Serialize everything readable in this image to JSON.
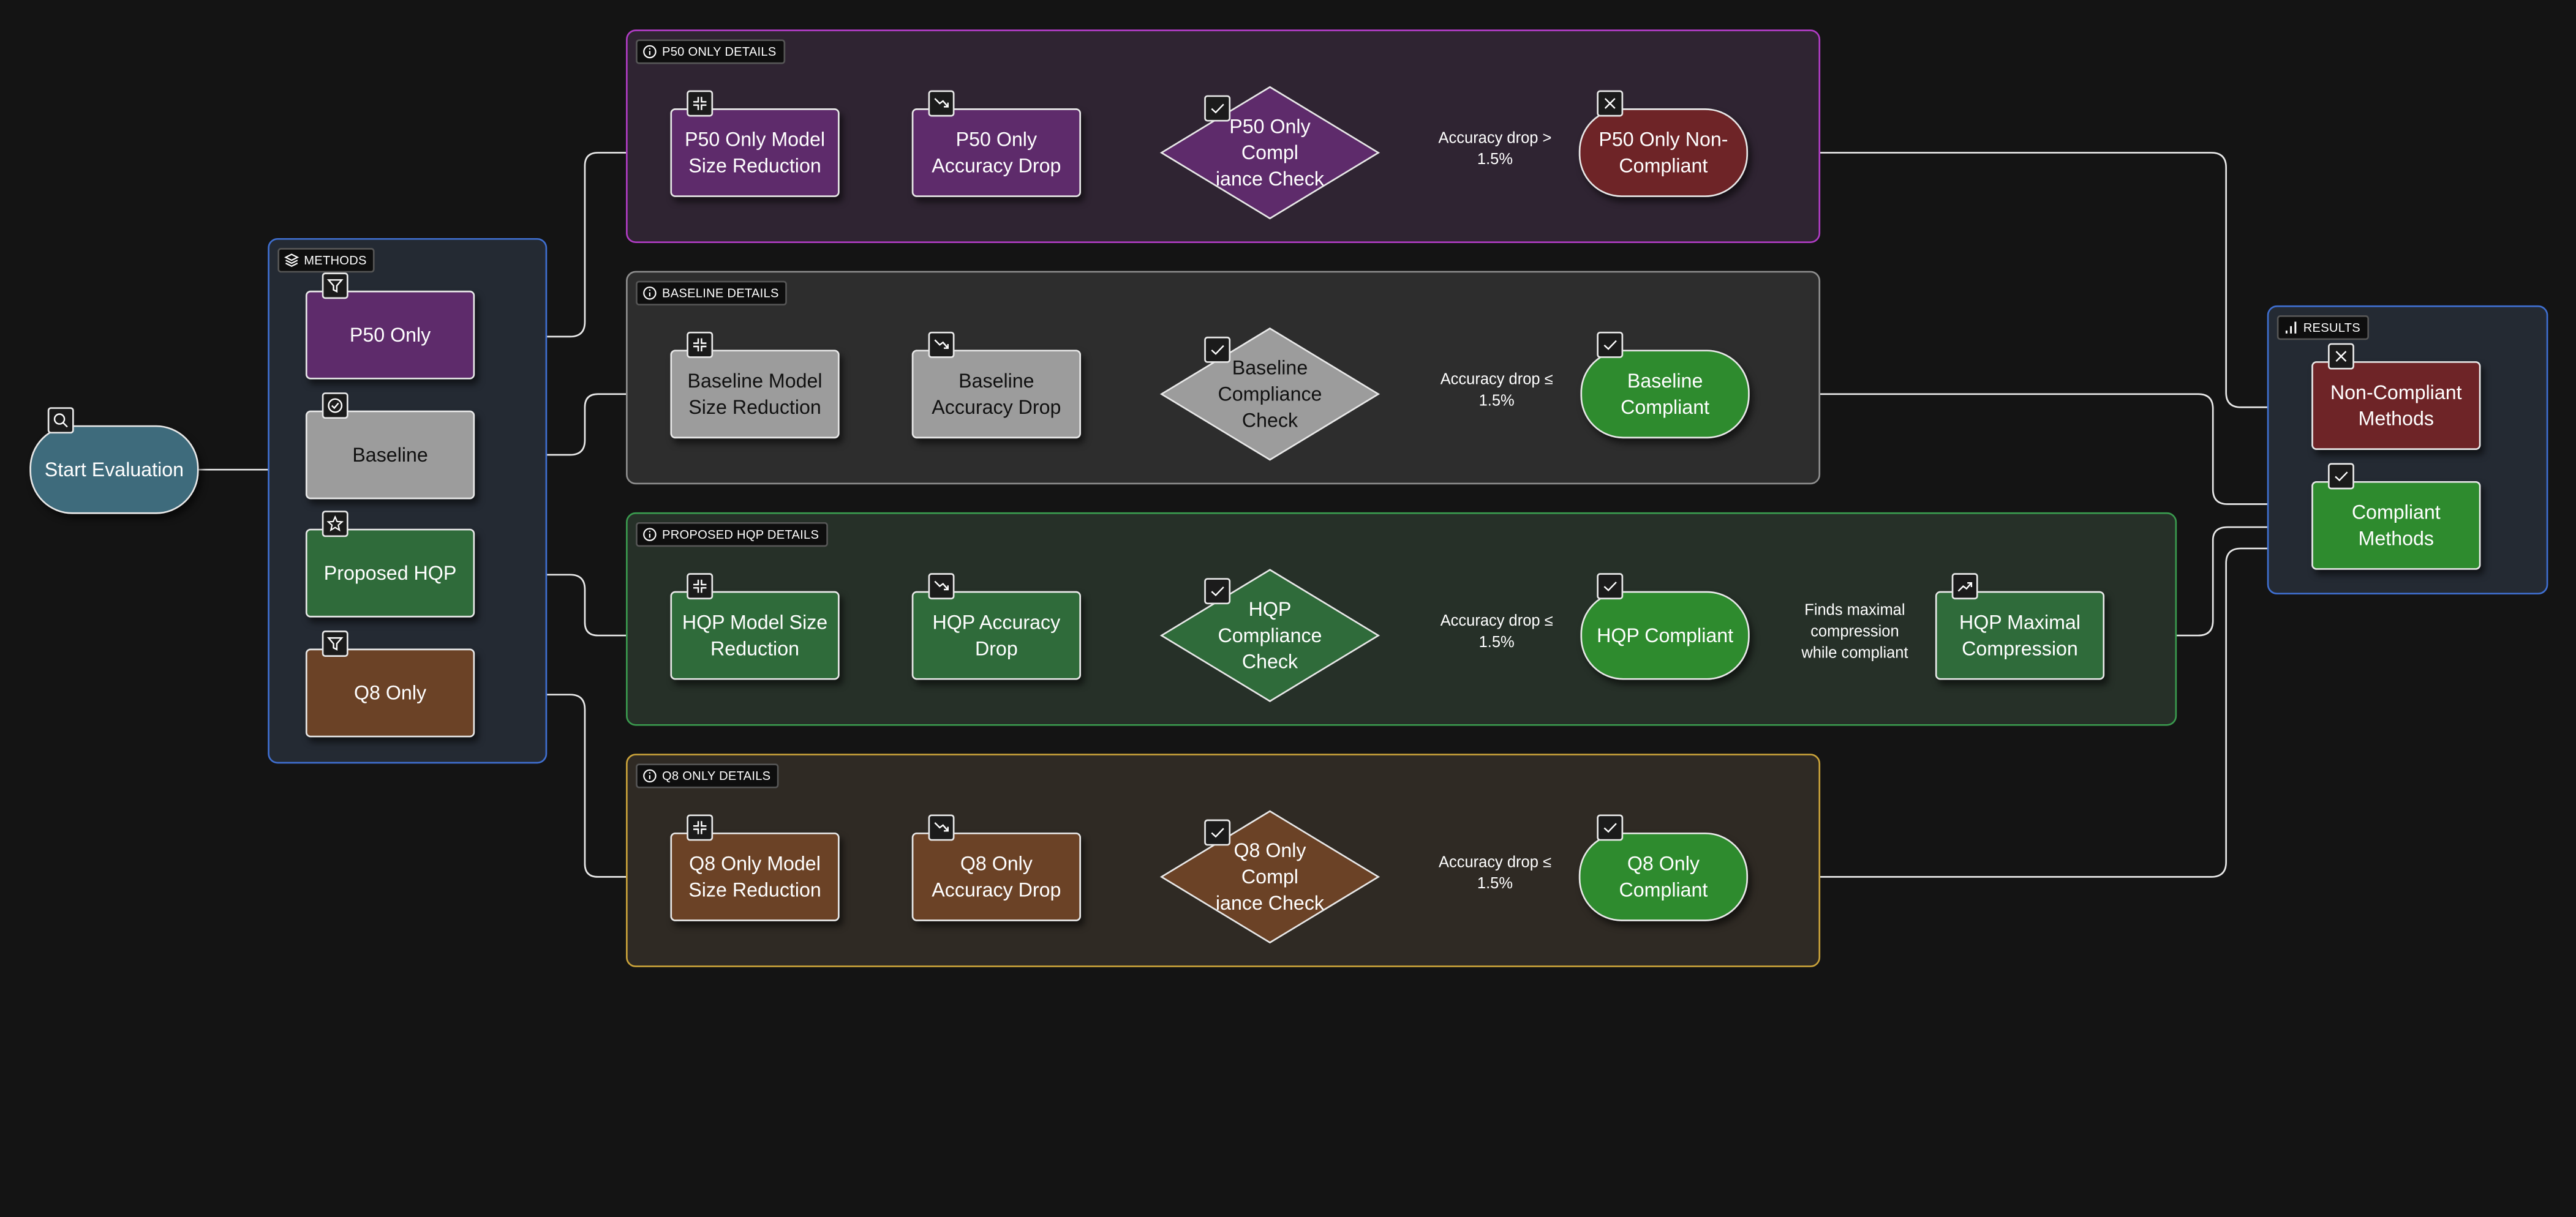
{
  "groups": {
    "methods": "METHODS",
    "p50_details": "P50 ONLY DETAILS",
    "baseline_details": "BASELINE DETAILS",
    "hqp_details": "PROPOSED HQP DETAILS",
    "q8_details": "Q8 ONLY DETAILS",
    "results": "RESULTS"
  },
  "nodes": {
    "start": "Start Evaluation",
    "m_p50": "P50 Only",
    "m_baseline": "Baseline",
    "m_hqp": "Proposed HQP",
    "m_q8": "Q8 Only",
    "p50_size": "P50 Only Model\nSize Reduction",
    "p50_acc": "P50 Only\nAccuracy Drop",
    "p50_check": "P50 Only\nCompl\niance Check",
    "p50_result": "P50 Only Non-\nCompliant",
    "base_size": "Baseline Model\nSize Reduction",
    "base_acc": "Baseline\nAccuracy Drop",
    "base_check": "Baseline\nCompliance\nCheck",
    "base_result": "Baseline\nCompliant",
    "hqp_size": "HQP Model Size\nReduction",
    "hqp_acc": "HQP Accuracy\nDrop",
    "hqp_check": "HQP\nCompliance\nCheck",
    "hqp_result": "HQP Compliant",
    "hqp_max": "HQP Maximal\nCompression",
    "q8_size": "Q8 Only Model\nSize Reduction",
    "q8_acc": "Q8 Only\nAccuracy Drop",
    "q8_check": "Q8 Only\nCompl\niance Check",
    "q8_result": "Q8 Only\nCompliant",
    "non_compliant": "Non-Compliant\nMethods",
    "compliant": "Compliant\nMethods"
  },
  "edge_labels": {
    "p50": "Accuracy drop >\n1.5%",
    "baseline": "Accuracy drop ≤\n1.5%",
    "hqp": "Accuracy drop ≤\n1.5%",
    "hqp_max": "Finds maximal\ncompression\nwhile compliant",
    "q8": "Accuracy drop ≤\n1.5%"
  },
  "colors": {
    "background": "#141414",
    "purple": "#5e2b6b",
    "gray": "#9c9c9c",
    "green_dark": "#2f6b3a",
    "green_bright": "#2e8b2e",
    "brown": "#6b4226",
    "red": "#6e2427",
    "teal": "#3e6b7c"
  },
  "icons": {
    "start": "search-icon",
    "p50_method": "filter-icon",
    "baseline_method": "check-circle-icon",
    "hqp_method": "star-icon",
    "q8_method": "filter-icon",
    "size_reduction": "shrink-icon",
    "accuracy_drop": "trending-down-icon",
    "check": "check-icon",
    "non_compliant": "x-icon",
    "compliant": "check-icon",
    "maximal": "trending-up-icon",
    "group_info": "info-icon",
    "methods_group": "layers-icon",
    "results_group": "bar-chart-icon"
  }
}
